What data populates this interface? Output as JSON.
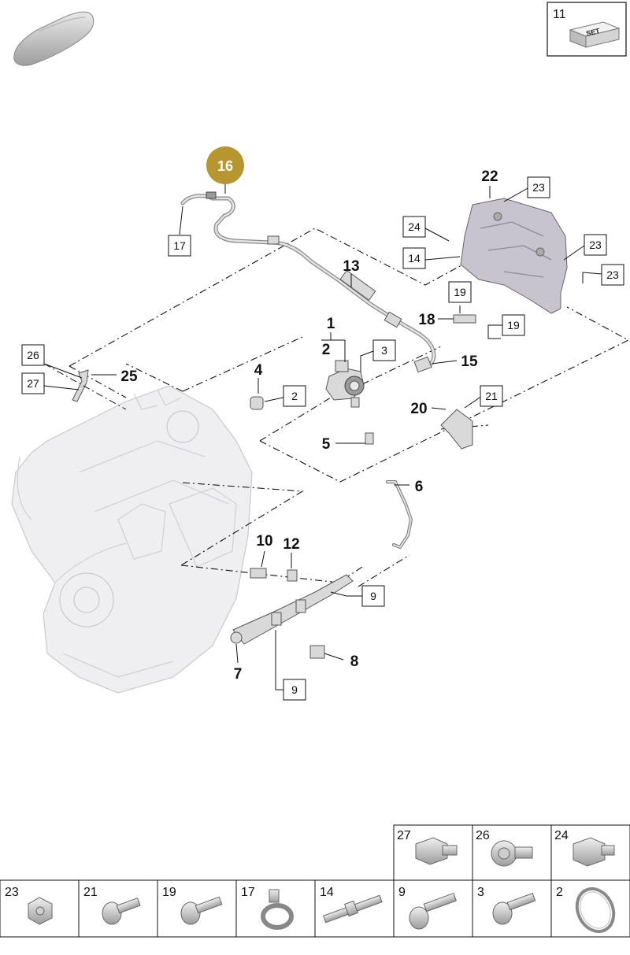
{
  "set_box": {
    "number": "11",
    "badge": "SET"
  },
  "highlight": {
    "label": "16",
    "color": "#b8962f"
  },
  "callouts_bold": [
    {
      "id": "c1",
      "label": "1"
    },
    {
      "id": "c2",
      "label": "2"
    },
    {
      "id": "c4",
      "label": "4"
    },
    {
      "id": "c5",
      "label": "5"
    },
    {
      "id": "c6",
      "label": "6"
    },
    {
      "id": "c7",
      "label": "7"
    },
    {
      "id": "c8",
      "label": "8"
    },
    {
      "id": "c10",
      "label": "10"
    },
    {
      "id": "c12",
      "label": "12"
    },
    {
      "id": "c13",
      "label": "13"
    },
    {
      "id": "c15",
      "label": "15"
    },
    {
      "id": "c18",
      "label": "18"
    },
    {
      "id": "c20",
      "label": "20"
    },
    {
      "id": "c22",
      "label": "22"
    },
    {
      "id": "c25",
      "label": "25"
    }
  ],
  "callouts_boxed": [
    {
      "id": "b17",
      "label": "17"
    },
    {
      "id": "b23a",
      "label": "23"
    },
    {
      "id": "b24",
      "label": "24"
    },
    {
      "id": "b14",
      "label": "14"
    },
    {
      "id": "b23b",
      "label": "23"
    },
    {
      "id": "b23c",
      "label": "23"
    },
    {
      "id": "b19a",
      "label": "19"
    },
    {
      "id": "b19b",
      "label": "19"
    },
    {
      "id": "b3",
      "label": "3"
    },
    {
      "id": "b26",
      "label": "26"
    },
    {
      "id": "b27",
      "label": "27"
    },
    {
      "id": "b2",
      "label": "2"
    },
    {
      "id": "b21",
      "label": "21"
    },
    {
      "id": "b9a",
      "label": "9"
    },
    {
      "id": "b9b",
      "label": "9"
    }
  ],
  "parts_table": {
    "top_row": [
      "27",
      "26",
      "24"
    ],
    "bottom_row": [
      "23",
      "21",
      "19",
      "17",
      "14",
      "9",
      "3",
      "2"
    ]
  },
  "icons": [
    "car-silhouette-icon",
    "set-badge-icon",
    "nut-icon",
    "bolt-icon",
    "clamp-icon",
    "stud-icon",
    "seal-ring-icon"
  ]
}
